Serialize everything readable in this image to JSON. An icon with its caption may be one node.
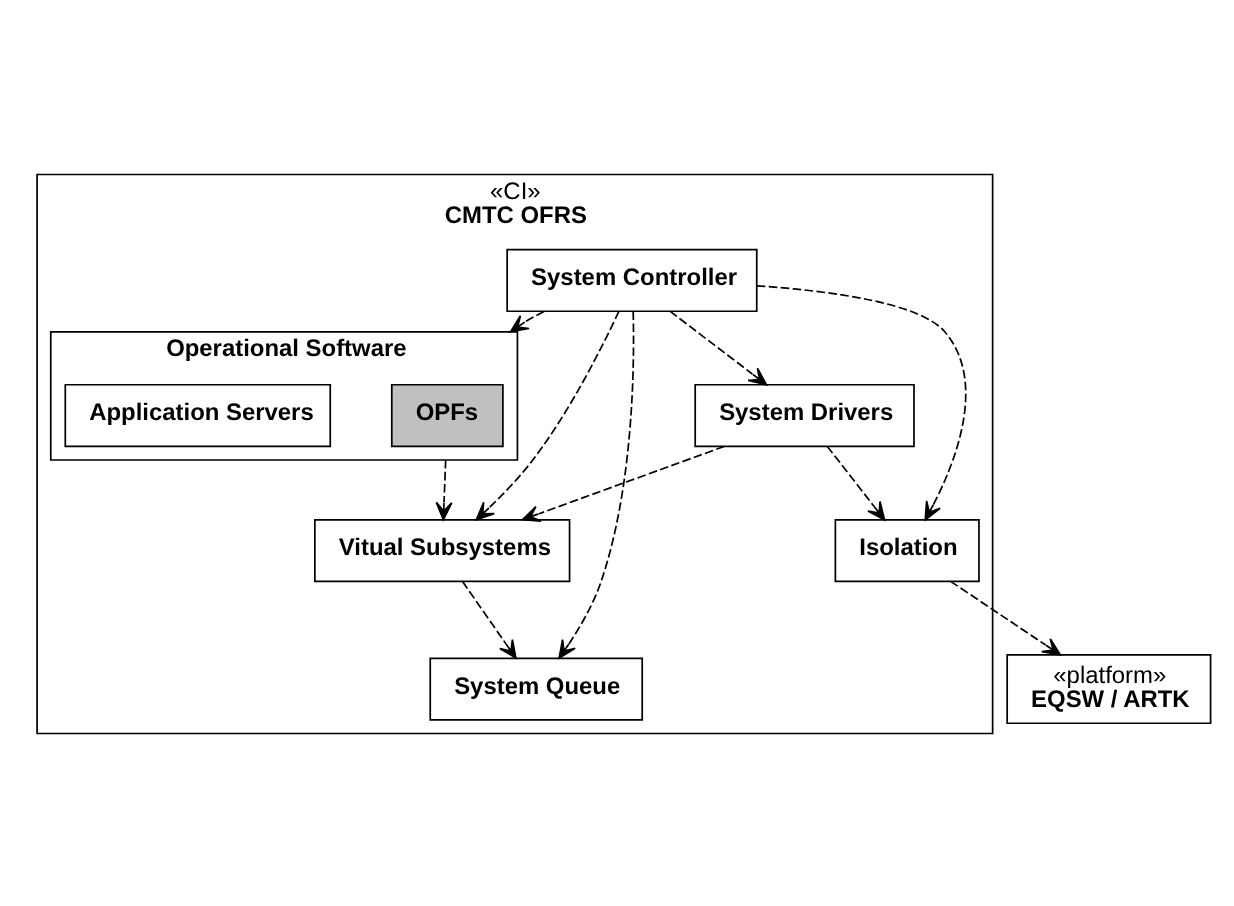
{
  "diagram": {
    "nodes": [
      {
        "text": [
          "«CI»",
          "CMTC OFRS"
        ]
      },
      {
        "text": [
          "System Controller"
        ],
        "in": 0
      },
      {
        "text": [
          "System Drivers"
        ],
        "in": 0
      },
      {
        "text": [
          "Operational Software"
        ],
        "in": 0
      },
      {
        "text": [
          "OPFs"
        ],
        "in": 3
      },
      {
        "text": [
          "Application Servers"
        ],
        "in": 3
      },
      {
        "text": [
          "Vitual Subsystems"
        ],
        "in": 0
      },
      {
        "text": [
          "Isolation"
        ],
        "in": 0
      },
      {
        "text": [
          "System Queue"
        ],
        "in": 0
      },
      {
        "text": [
          "«platform»",
          "EQSW / ARTK"
        ]
      }
    ],
    "edges": [
      {
        "from": 1,
        "to": 2,
        "arrow": "to",
        "style": "dashed"
      },
      {
        "from": 1,
        "to": 3,
        "arrow": "to",
        "style": "dashed"
      },
      {
        "from": 1,
        "to": 7,
        "arrow": "to",
        "style": "dashed"
      },
      {
        "from": 1,
        "to": 6,
        "arrow": "to",
        "style": "dashed"
      },
      {
        "from": 1,
        "to": 8,
        "arrow": "to",
        "style": "dashed"
      },
      {
        "from": 2,
        "to": 7,
        "arrow": "to",
        "style": "dashed"
      },
      {
        "from": 2,
        "to": 6,
        "arrow": "to",
        "style": "dashed"
      },
      {
        "from": 3,
        "to": 6,
        "arrow": "to",
        "style": "dashed"
      },
      {
        "from": 6,
        "to": 8,
        "arrow": "to",
        "style": "dashed"
      },
      {
        "from": 7,
        "to": 9,
        "arrow": "to",
        "style": "dashed"
      }
    ]
  }
}
